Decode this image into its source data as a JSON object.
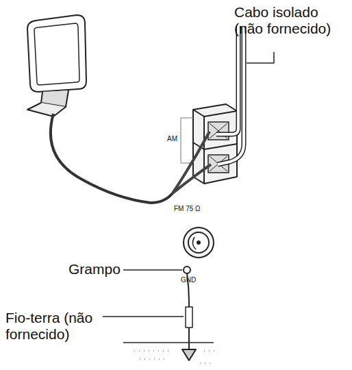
{
  "diagram": {
    "labels": [
      "Cabo isolado (não fornecido)",
      "AM",
      "FM 75 Ω",
      "Grampo",
      "GND",
      "Fio-terra (não fornecido)"
    ]
  }
}
